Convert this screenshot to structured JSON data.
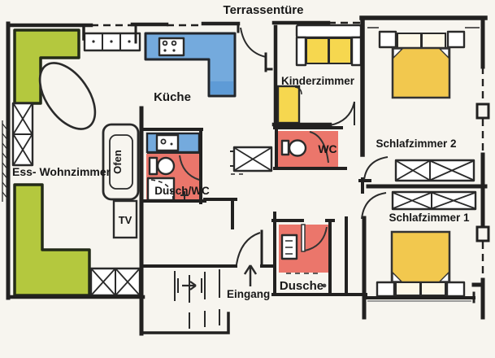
{
  "floorplan": {
    "type": "apartment-floor-plan",
    "style": "hand-drawn, colored pencil on white paper",
    "labels": {
      "terrassentuere": "Terrassentüre",
      "ess_wohnzimmer": "Ess- Wohnzimmer",
      "kueche": "Küche",
      "kinderzimmer": "Kinderzimmer",
      "schlafzimmer_2": "Schlafzimmer 2",
      "schlafzimmer_1": "Schlafzimmer 1",
      "ofen": "Ofen",
      "tv": "TV",
      "dusch_wc": "Dusch/WC",
      "wc": "WC",
      "dusche": "Dusche",
      "eingang": "Eingang"
    },
    "colors": {
      "paper": "#f7f5ef",
      "wall": "#222120",
      "sofa_green": "#b4c83e",
      "counter_blue": "#74aadd",
      "counter_blue_dark": "#4d8ecf",
      "bed_yellow": "#f2c84e",
      "kids_yellow": "#f6d74f",
      "bath_red": "#e96a60"
    }
  }
}
